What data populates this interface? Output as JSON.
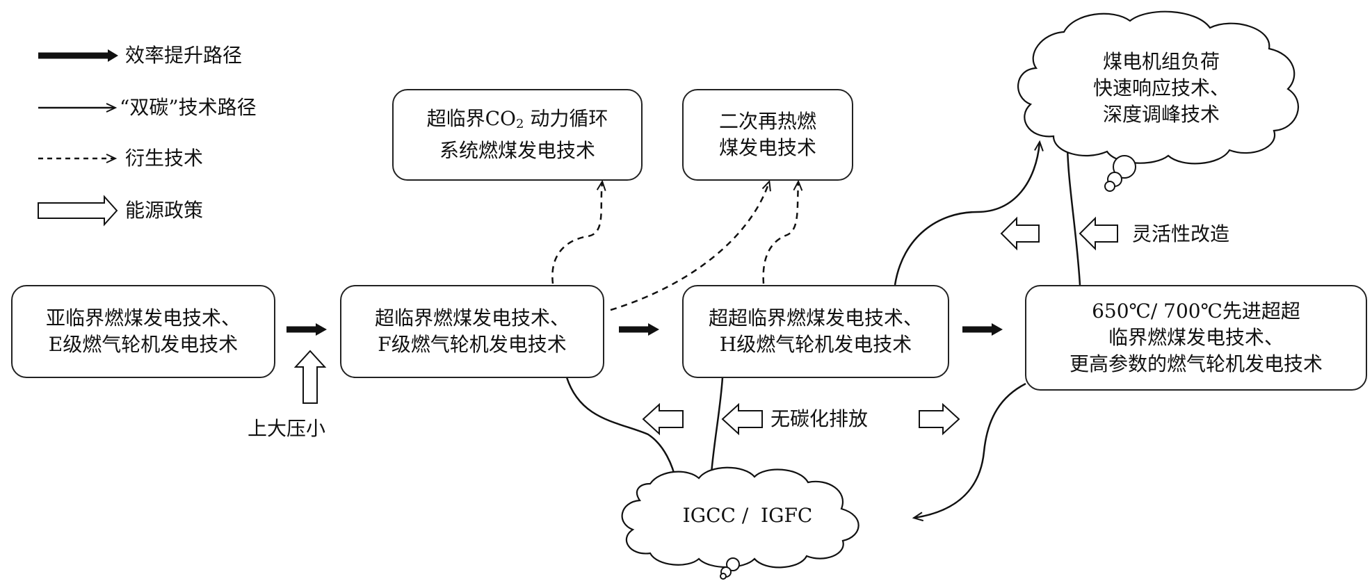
{
  "legend": {
    "efficiency": "效率提升路径",
    "dual_carbon": "“双碳”技术路径",
    "derived": "衍生技术",
    "policy": "能源政策"
  },
  "nodes": {
    "subcritical": {
      "line1": "亚临界燃煤发电技术、",
      "line2": "E级燃气轮机发电技术"
    },
    "supercritical": {
      "line1": "超临界燃煤发电技术、",
      "line2": "F级燃气轮机发电技术"
    },
    "ultra_supercritical": {
      "line1": "超超临界燃煤发电技术、",
      "line2": "H级燃气轮机发电技术"
    },
    "advanced_usc": {
      "line1": "650℃/ 700℃先进超超",
      "line2": "临界燃煤发电技术、",
      "line3": "更高参数的燃气轮机发电技术"
    },
    "sco2": {
      "line1_pre": "超临界CO",
      "line1_sub": "2",
      "line1_post": " 动力循环",
      "line2": "系统燃煤发电技术"
    },
    "double_reheat": {
      "line1": "二次再热燃",
      "line2": "煤发电技术"
    },
    "flexibility": {
      "line1": "煤电机组负荷",
      "line2": "快速响应技术、",
      "line3": "深度调峰技术"
    },
    "igcc": {
      "line1": "IGCC /  IGFC"
    }
  },
  "policy_labels": {
    "phase_out": "上大压小",
    "no_carbon": "无碳化排放",
    "flex_retrofit": "灵活性改造"
  }
}
